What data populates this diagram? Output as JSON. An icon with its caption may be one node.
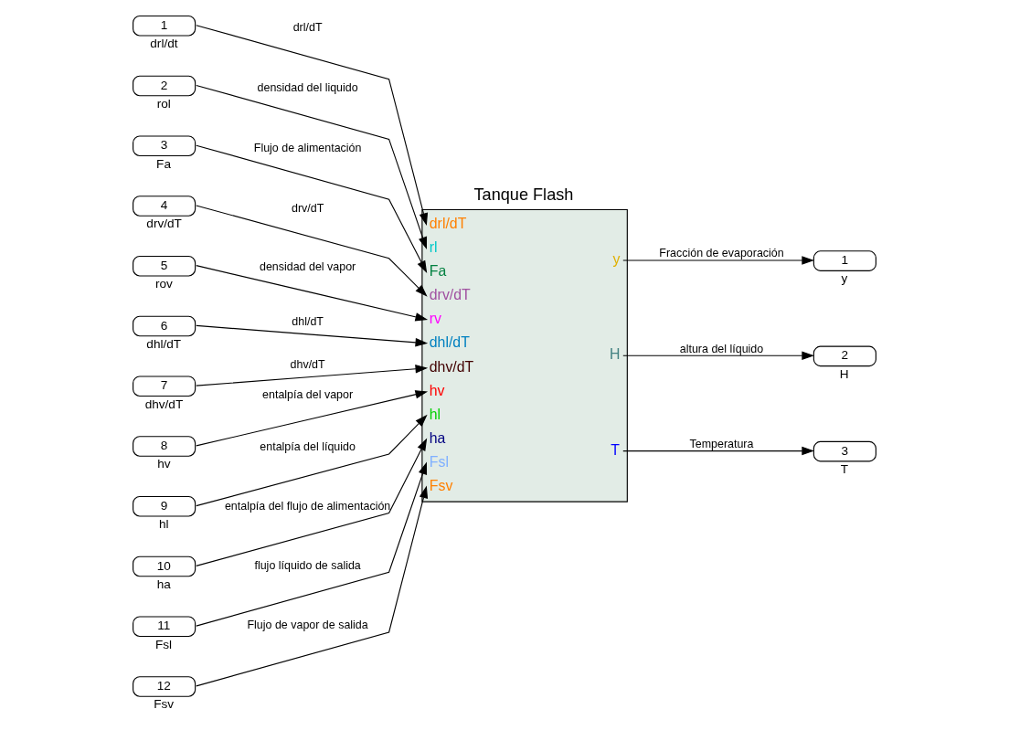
{
  "diagram": {
    "nodes": [
      {
        "text": [
          "1"
        ],
        "beside": [
          "drl/dt"
        ]
      },
      {
        "text": [
          "2"
        ],
        "beside": [
          "rol"
        ]
      },
      {
        "text": [
          "3"
        ],
        "beside": [
          "Fa"
        ]
      },
      {
        "text": [
          "4"
        ],
        "beside": [
          "drv/dT"
        ]
      },
      {
        "text": [
          "5"
        ],
        "beside": [
          "rov"
        ]
      },
      {
        "text": [
          "6"
        ],
        "beside": [
          "dhl/dT"
        ]
      },
      {
        "text": [
          "7"
        ],
        "beside": [
          "dhv/dT"
        ]
      },
      {
        "text": [
          "8"
        ],
        "beside": [
          "hv"
        ]
      },
      {
        "text": [
          "9"
        ],
        "beside": [
          "hl"
        ]
      },
      {
        "text": [
          "10"
        ],
        "beside": [
          "ha"
        ]
      },
      {
        "text": [
          "11"
        ],
        "beside": [
          "Fsl"
        ]
      },
      {
        "text": [
          "Tanque Flash",
          "drl/dT",
          "rl",
          "Fa",
          "drv/dT",
          "rv",
          "dhl/dT",
          "dhv/dT",
          "hv",
          "hl",
          "ha",
          "Fsl",
          "Fsv",
          "y",
          "H",
          "T"
        ]
      },
      {
        "text": [
          "1"
        ],
        "beside": [
          "y"
        ]
      },
      {
        "text": [
          "2"
        ],
        "beside": [
          "H"
        ]
      },
      {
        "text": [
          "3"
        ],
        "beside": [
          "T"
        ]
      },
      {
        "text": [
          "12"
        ],
        "beside": [
          "Fsv"
        ]
      }
    ],
    "edges": [
      {
        "from": 0,
        "to": 11,
        "arrow": "to",
        "label": "drl/dT"
      },
      {
        "from": 1,
        "to": 11,
        "arrow": "to",
        "label": "densidad del liquido"
      },
      {
        "from": 2,
        "to": 11,
        "arrow": "to",
        "label": "Flujo de alimentación"
      },
      {
        "from": 3,
        "to": 11,
        "arrow": "to",
        "label": "drv/dT"
      },
      {
        "from": 4,
        "to": 11,
        "arrow": "to",
        "label": "densidad del vapor"
      },
      {
        "from": 5,
        "to": 11,
        "arrow": "to",
        "label": "dhl/dT"
      },
      {
        "from": 6,
        "to": 11,
        "arrow": "to",
        "label": "dhv/dT"
      },
      {
        "from": 7,
        "to": 11,
        "arrow": "to",
        "label": "entalpía del vapor"
      },
      {
        "from": 8,
        "to": 11,
        "arrow": "to",
        "label": "entalpía del líquido"
      },
      {
        "from": 9,
        "to": 11,
        "arrow": "to",
        "label": "entalpía del flujo de alimentación"
      },
      {
        "from": 10,
        "to": 11,
        "arrow": "to",
        "label": "flujo líquido de salida"
      },
      {
        "from": 15,
        "to": 11,
        "arrow": "to",
        "label": "Flujo de vapor de salida"
      },
      {
        "from": 11,
        "to": 12,
        "arrow": "to",
        "label": "Fracción de evaporación"
      },
      {
        "from": 11,
        "to": 13,
        "arrow": "to",
        "label": "altura del líquido"
      },
      {
        "from": 11,
        "to": 14,
        "arrow": "to",
        "label": "Temperatura"
      }
    ]
  }
}
